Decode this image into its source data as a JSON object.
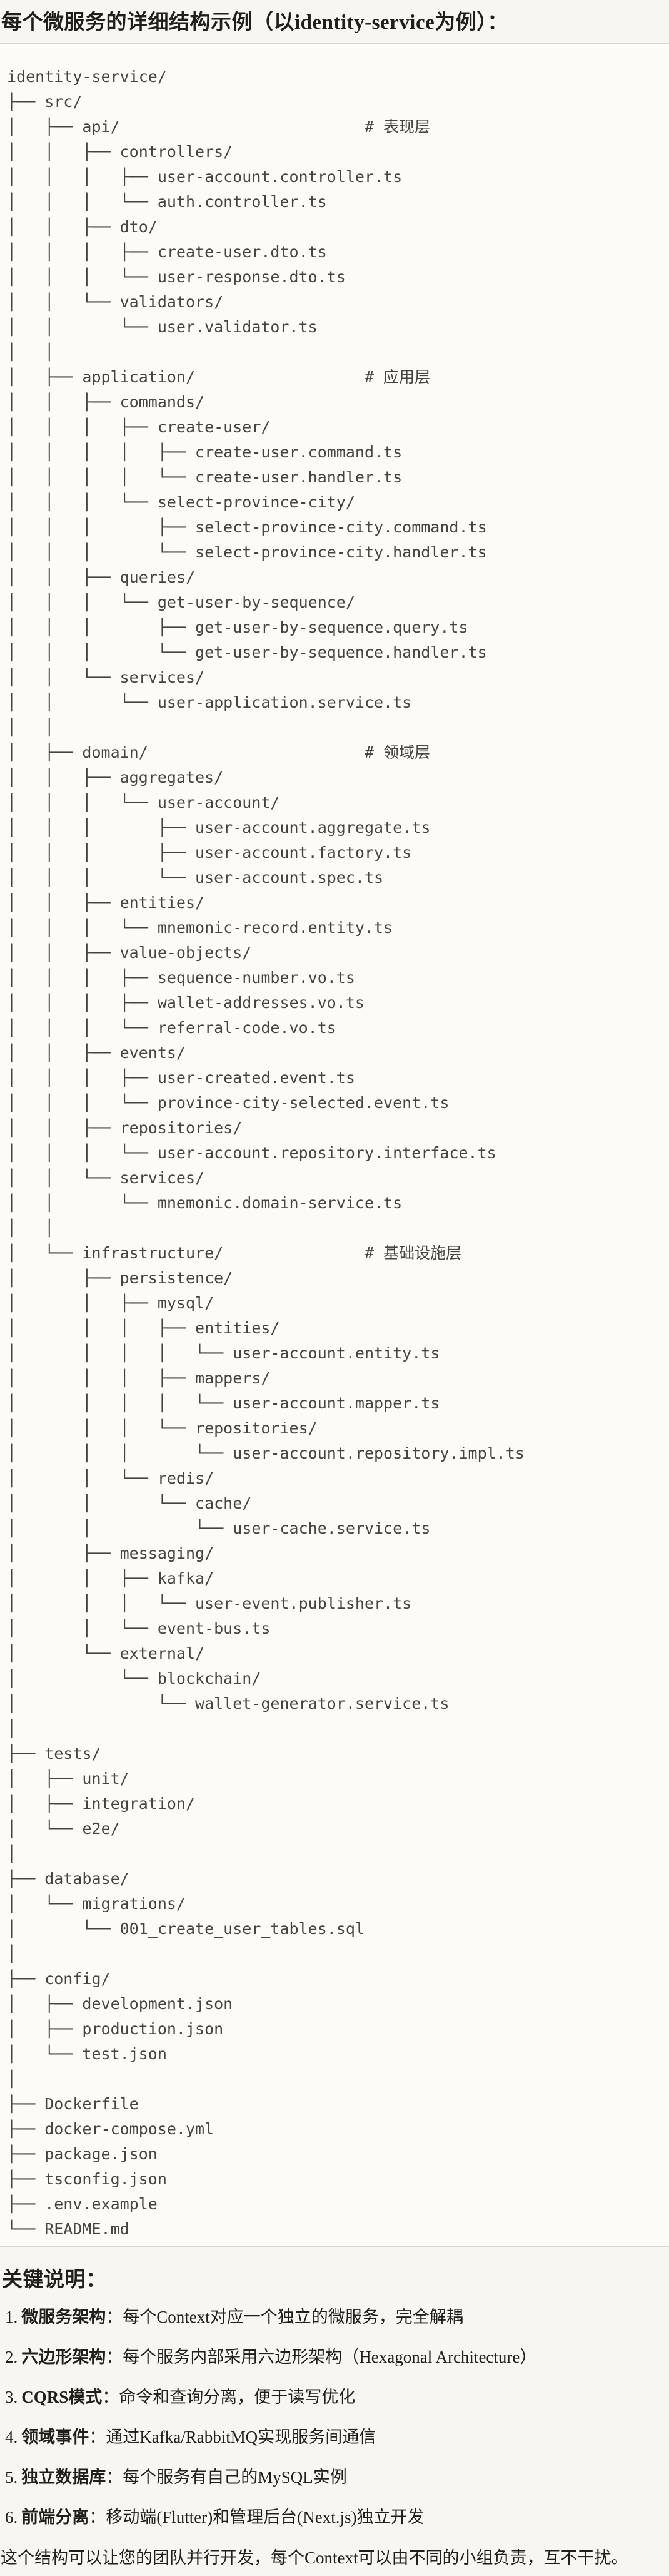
{
  "page": {
    "title": "每个微服务的详细结构示例（以identity-service为例）：",
    "colors": {
      "page_background": "#f8f6f0",
      "code_background": "#fcfbf8",
      "code_border": "#dbdad4",
      "code_text": "#454440",
      "body_text": "#211f1c"
    }
  },
  "tree": {
    "lines": [
      "identity-service/",
      "├── src/",
      "│   ├── api/                          # 表现层",
      "│   │   ├── controllers/",
      "│   │   │   ├── user-account.controller.ts",
      "│   │   │   └── auth.controller.ts",
      "│   │   ├── dto/",
      "│   │   │   ├── create-user.dto.ts",
      "│   │   │   └── user-response.dto.ts",
      "│   │   └── validators/",
      "│   │       └── user.validator.ts",
      "│   │",
      "│   ├── application/                  # 应用层",
      "│   │   ├── commands/",
      "│   │   │   ├── create-user/",
      "│   │   │   │   ├── create-user.command.ts",
      "│   │   │   │   └── create-user.handler.ts",
      "│   │   │   └── select-province-city/",
      "│   │   │       ├── select-province-city.command.ts",
      "│   │   │       └── select-province-city.handler.ts",
      "│   │   ├── queries/",
      "│   │   │   └── get-user-by-sequence/",
      "│   │   │       ├── get-user-by-sequence.query.ts",
      "│   │   │       └── get-user-by-sequence.handler.ts",
      "│   │   └── services/",
      "│   │       └── user-application.service.ts",
      "│   │",
      "│   ├── domain/                       # 领域层",
      "│   │   ├── aggregates/",
      "│   │   │   └── user-account/",
      "│   │   │       ├── user-account.aggregate.ts",
      "│   │   │       ├── user-account.factory.ts",
      "│   │   │       └── user-account.spec.ts",
      "│   │   ├── entities/",
      "│   │   │   └── mnemonic-record.entity.ts",
      "│   │   ├── value-objects/",
      "│   │   │   ├── sequence-number.vo.ts",
      "│   │   │   ├── wallet-addresses.vo.ts",
      "│   │   │   └── referral-code.vo.ts",
      "│   │   ├── events/",
      "│   │   │   ├── user-created.event.ts",
      "│   │   │   └── province-city-selected.event.ts",
      "│   │   ├── repositories/",
      "│   │   │   └── user-account.repository.interface.ts",
      "│   │   └── services/",
      "│   │       └── mnemonic.domain-service.ts",
      "│   │",
      "│   └── infrastructure/               # 基础设施层",
      "│       ├── persistence/",
      "│       │   ├── mysql/",
      "│       │   │   ├── entities/",
      "│       │   │   │   └── user-account.entity.ts",
      "│       │   │   ├── mappers/",
      "│       │   │   │   └── user-account.mapper.ts",
      "│       │   │   └── repositories/",
      "│       │   │       └── user-account.repository.impl.ts",
      "│       │   └── redis/",
      "│       │       └── cache/",
      "│       │           └── user-cache.service.ts",
      "│       ├── messaging/",
      "│       │   ├── kafka/",
      "│       │   │   └── user-event.publisher.ts",
      "│       │   └── event-bus.ts",
      "│       └── external/",
      "│           └── blockchain/",
      "│               └── wallet-generator.service.ts",
      "│",
      "├── tests/",
      "│   ├── unit/",
      "│   ├── integration/",
      "│   └── e2e/",
      "│",
      "├── database/",
      "│   └── migrations/",
      "│       └── 001_create_user_tables.sql",
      "│",
      "├── config/",
      "│   ├── development.json",
      "│   ├── production.json",
      "│   └── test.json",
      "│",
      "├── Dockerfile",
      "├── docker-compose.yml",
      "├── package.json",
      "├── tsconfig.json",
      "├── .env.example",
      "└── README.md"
    ]
  },
  "notes": {
    "heading": "关键说明：",
    "colon": "：",
    "items": [
      {
        "num": "1.",
        "term": "微服务架构",
        "desc": "每个Context对应一个独立的微服务，完全解耦"
      },
      {
        "num": "2.",
        "term": "六边形架构",
        "desc": "每个服务内部采用六边形架构（Hexagonal Architecture）"
      },
      {
        "num": "3.",
        "term": "CQRS模式",
        "desc": "命令和查询分离，便于读写优化"
      },
      {
        "num": "4.",
        "term": "领域事件",
        "desc": "通过Kafka/RabbitMQ实现服务间通信"
      },
      {
        "num": "5.",
        "term": "独立数据库",
        "desc": "每个服务有自己的MySQL实例"
      },
      {
        "num": "6.",
        "term": "前端分离",
        "desc": "移动端(Flutter)和管理后台(Next.js)独立开发"
      }
    ],
    "footer": "这个结构可以让您的团队并行开发，每个Context可以由不同的小组负责，互不干扰。"
  }
}
